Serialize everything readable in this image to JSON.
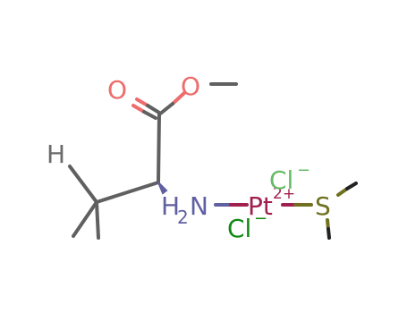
{
  "molecule": {
    "atoms": {
      "O_carbonyl": "O",
      "O_ester": "O",
      "H_stereo": "H",
      "N": "N",
      "N_H": "H",
      "N_H_count": "2",
      "Pt": "Pt",
      "Pt_charge": "2+",
      "Cl_top": "Cl",
      "Cl_top_charge": "−",
      "Cl_bottom": "Cl",
      "Cl_bottom_charge": "−",
      "S": "S"
    },
    "colors": {
      "carbon": "#606060",
      "oxygen": "#ee6c6c",
      "hydrogen": "#6a6a6a",
      "nitrogen": "#6060a0",
      "platinum": "#a02050",
      "chlorine_light": "#66bb66",
      "chlorine": "#118811",
      "sulfur": "#707020",
      "methyl_end": "#222222"
    }
  }
}
